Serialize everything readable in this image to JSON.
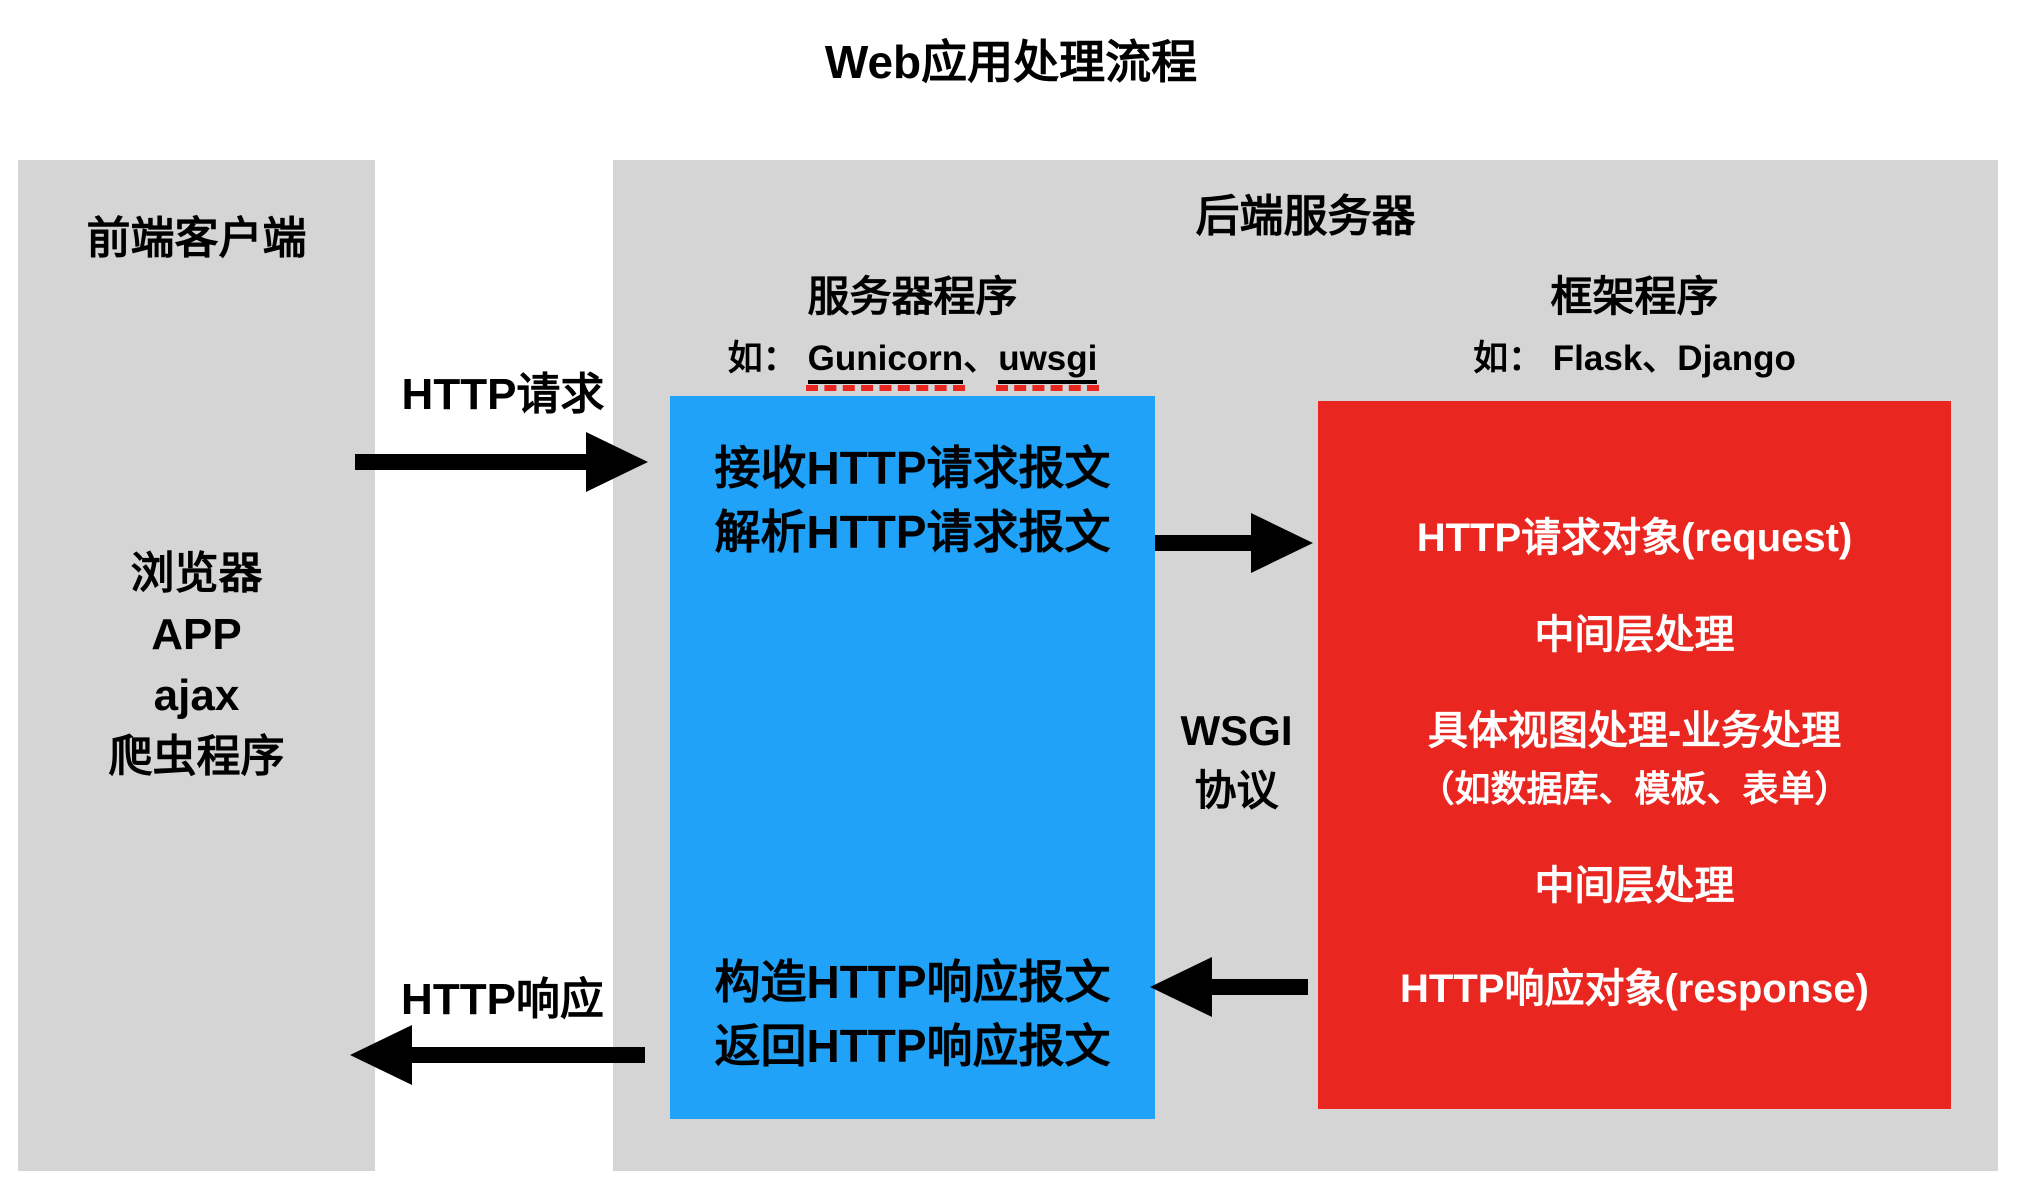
{
  "title": "Web应用处理流程",
  "colors": {
    "panel_gray": "#d5d5d5",
    "server_box_blue": "#1fa2f8",
    "framework_box_red": "#e9261f",
    "spellcheck_underline_red": "#e8251f",
    "arrow_black": "#000000",
    "framework_text_white": "#ffffff"
  },
  "frontend": {
    "title": "前端客户端",
    "items": [
      "浏览器",
      "APP",
      "ajax",
      "爬虫程序"
    ]
  },
  "backend": {
    "title": "后端服务器",
    "server_program": {
      "title": "服务器程序",
      "examples_prefix": "如：",
      "example_1": "Gunicorn",
      "separator": "、",
      "example_2": "uwsgi",
      "receive_line_1": "接收HTTP请求报文",
      "receive_line_2": "解析HTTP请求报文",
      "response_line_1": "构造HTTP响应报文",
      "response_line_2": "返回HTTP响应报文"
    },
    "framework_program": {
      "title": "框架程序",
      "examples": "如： Flask、Django",
      "steps": [
        "HTTP请求对象(request)",
        "中间层处理",
        "具体视图处理-业务处理",
        "（如数据库、模板、表单）",
        "中间层处理",
        "HTTP响应对象(response)"
      ]
    }
  },
  "labels": {
    "http_request": "HTTP请求",
    "http_response": "HTTP响应",
    "wsgi_line_1": "WSGI",
    "wsgi_line_2": "协议"
  }
}
